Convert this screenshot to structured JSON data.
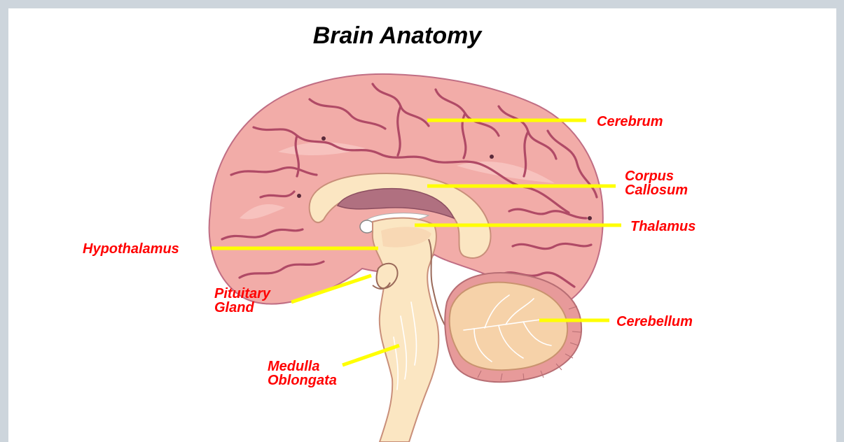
{
  "title": "Brain Anatomy",
  "colors": {
    "label": "#ff0000",
    "leader": "#ffff00",
    "cerebrum": "#f2aca8",
    "gyrus": "#b04a66",
    "core": "#fbe6c2",
    "cerebellum": "#f6d2a9",
    "background": "#ffffff",
    "frame": "#cdd5dc"
  },
  "labels": {
    "cerebrum": [
      "Cerebrum"
    ],
    "corpus_callosum": [
      "Corpus",
      "Callosum"
    ],
    "thalamus": [
      "Thalamus"
    ],
    "hypothalamus": [
      "Hypothalamus"
    ],
    "pituitary_gland": [
      "Pituitary",
      "Gland"
    ],
    "cerebellum": [
      "Cerebellum"
    ],
    "medulla_oblongata": [
      "Medulla",
      "Oblongata"
    ]
  }
}
